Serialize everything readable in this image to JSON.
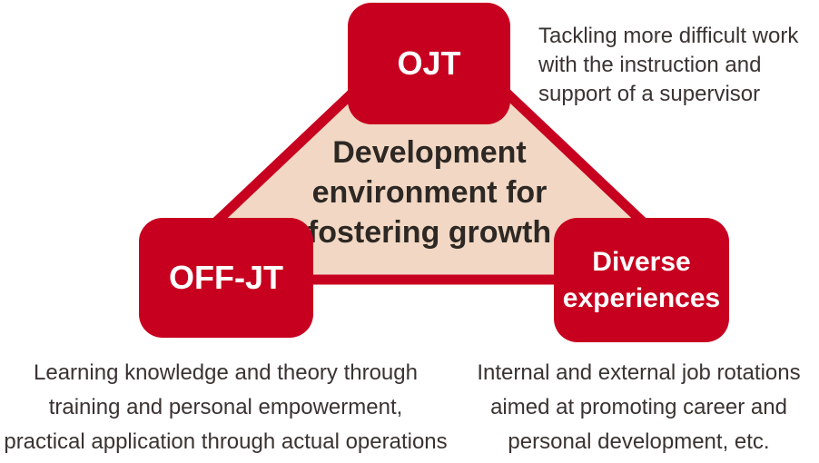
{
  "diagram": {
    "center_label": {
      "lines": [
        "Development",
        "environment for",
        "fostering growth"
      ]
    },
    "nodes": {
      "ojt": {
        "label": "OJT",
        "description_lines": [
          "Tackling more difficult work",
          "with the instruction and",
          "support of a supervisor"
        ]
      },
      "off_jt": {
        "label": "OFF-JT",
        "description_lines": [
          "Learning knowledge and theory through",
          "training and personal empowerment,",
          "practical application through actual operations"
        ]
      },
      "diverse_experiences": {
        "label_lines": [
          "Diverse",
          "experiences"
        ],
        "description_lines": [
          "Internal and external job rotations",
          "aimed at promoting career and",
          "personal development, etc."
        ]
      }
    },
    "colors": {
      "node_red": "#c7001f",
      "node_text": "#ffffff",
      "triangle_fill": "#f2d8c4",
      "triangle_border": "#c7001f",
      "center_text": "#2d2824",
      "description_text": "#3a3331"
    }
  }
}
